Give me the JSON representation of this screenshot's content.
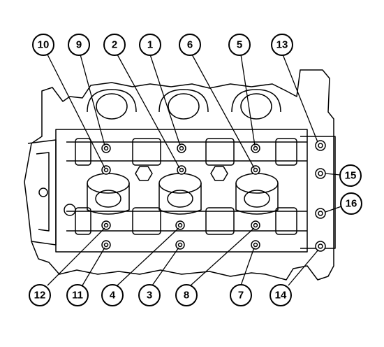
{
  "diagram": {
    "callouts": [
      {
        "id": "10",
        "label": "10",
        "target": "head-bolt-10"
      },
      {
        "id": "9",
        "label": "9",
        "target": "head-bolt-9"
      },
      {
        "id": "2",
        "label": "2",
        "target": "head-bolt-2"
      },
      {
        "id": "1",
        "label": "1",
        "target": "head-bolt-1"
      },
      {
        "id": "6",
        "label": "6",
        "target": "head-bolt-6"
      },
      {
        "id": "5",
        "label": "5",
        "target": "head-bolt-5"
      },
      {
        "id": "13",
        "label": "13",
        "target": "head-bolt-13"
      },
      {
        "id": "15",
        "label": "15",
        "target": "head-bolt-15"
      },
      {
        "id": "16",
        "label": "16",
        "target": "head-bolt-16"
      },
      {
        "id": "12",
        "label": "12",
        "target": "head-bolt-12"
      },
      {
        "id": "11",
        "label": "11",
        "target": "head-bolt-11"
      },
      {
        "id": "4",
        "label": "4",
        "target": "head-bolt-4"
      },
      {
        "id": "3",
        "label": "3",
        "target": "head-bolt-3"
      },
      {
        "id": "8",
        "label": "8",
        "target": "head-bolt-8"
      },
      {
        "id": "7",
        "label": "7",
        "target": "head-bolt-7"
      },
      {
        "id": "14",
        "label": "14",
        "target": "head-bolt-14"
      }
    ],
    "colors": {
      "line": "#000000",
      "background": "#ffffff",
      "fill": "#ffffff"
    }
  }
}
